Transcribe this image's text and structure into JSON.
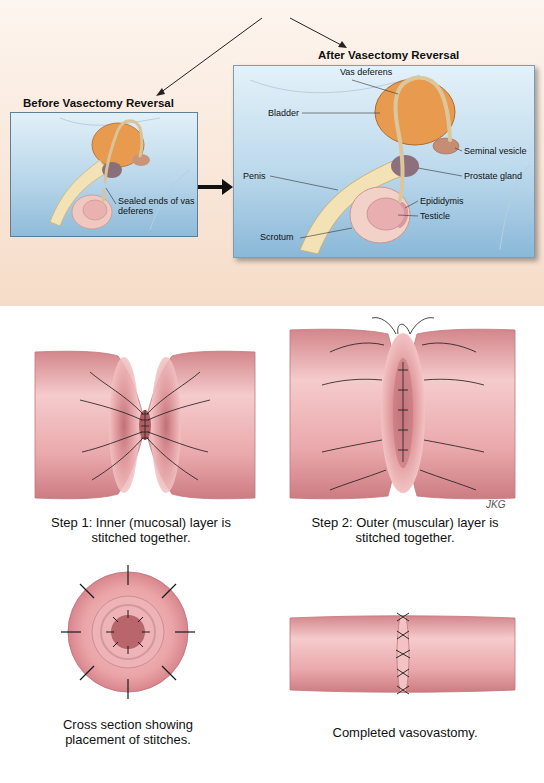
{
  "diagram": {
    "nodes": [
      {
        "text": [
          "Before Vasectomy Reversal"
        ]
      },
      {
        "text": [
          "After Vasectomy Reversal"
        ]
      }
    ],
    "edges": [
      {
        "from": 0,
        "to": 1,
        "arrow": "to"
      }
    ],
    "labels": [
      "Sealed ends of vas deferens",
      "Vas deferens",
      "Bladder",
      "Penis",
      "Seminal vesicle",
      "Prostate gland",
      "Epididymis",
      "Testicle",
      "Scrotum",
      "JKG",
      "Step 1: Inner (mucosal) layer is stitched together.",
      "Step 2: Outer (muscular) layer is stitched together.",
      "Cross section showing placement of stitches.",
      "Completed vasovastomy."
    ]
  }
}
